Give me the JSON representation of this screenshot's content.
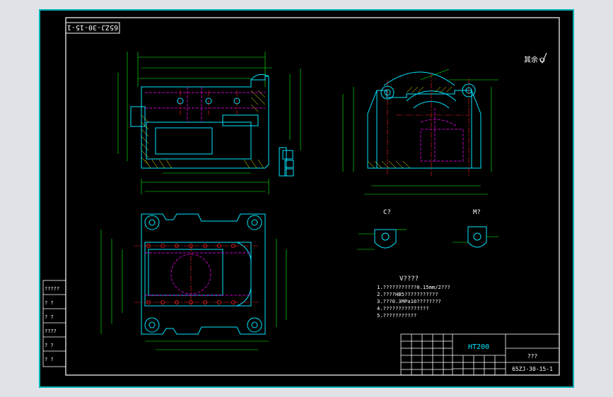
{
  "drawing": {
    "code_stamp": "65ZJ-30-15-1",
    "roughness_note": "其余",
    "section_c_label": "C?",
    "section_m_label": "M?",
    "notes": {
      "title": "V????",
      "lines": [
        "1.???????????0.15mm/2???",
        "2.????HB5???????????",
        "3.???0.3MPa10????????",
        "4.???????????????",
        "5.???????????"
      ]
    },
    "left_stamp": {
      "rows": [
        "?????",
        "?  ?",
        "?  ?",
        "????",
        "?  ?",
        "?  ?"
      ]
    },
    "title_block": {
      "material": "HT200",
      "part_name": "???",
      "drawing_number": "65ZJ-30-15-1"
    }
  },
  "colors": {
    "background": "#000000",
    "frame": "#ffffff",
    "outline": "#00e5ff",
    "dimension": "#00ff00",
    "hatch": "#ffff00",
    "hidden": "#ff00ff",
    "centerline": "#ff2020",
    "viewport_border": "#00b3b3"
  }
}
